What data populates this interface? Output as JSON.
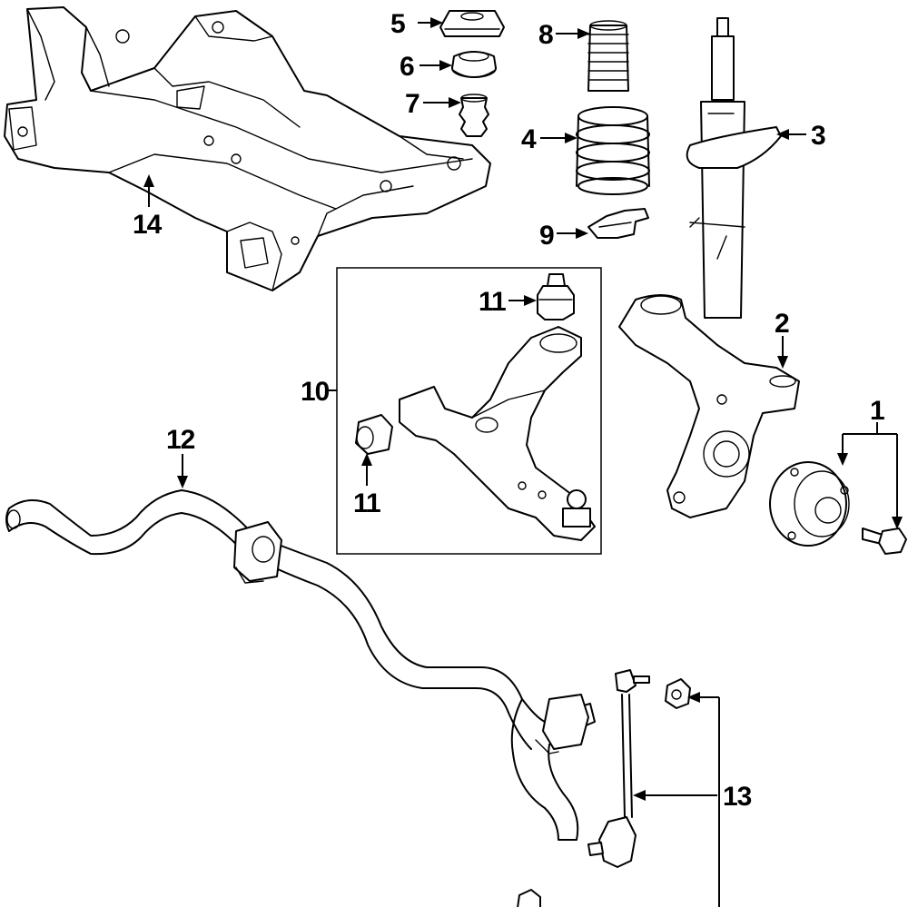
{
  "callouts": {
    "c1": "1",
    "c2": "2",
    "c3": "3",
    "c4": "4",
    "c5": "5",
    "c6": "6",
    "c7": "7",
    "c8": "8",
    "c9": "9",
    "c10": "10",
    "c11a": "11",
    "c11b": "11",
    "c12": "12",
    "c13": "13",
    "c14": "14"
  }
}
